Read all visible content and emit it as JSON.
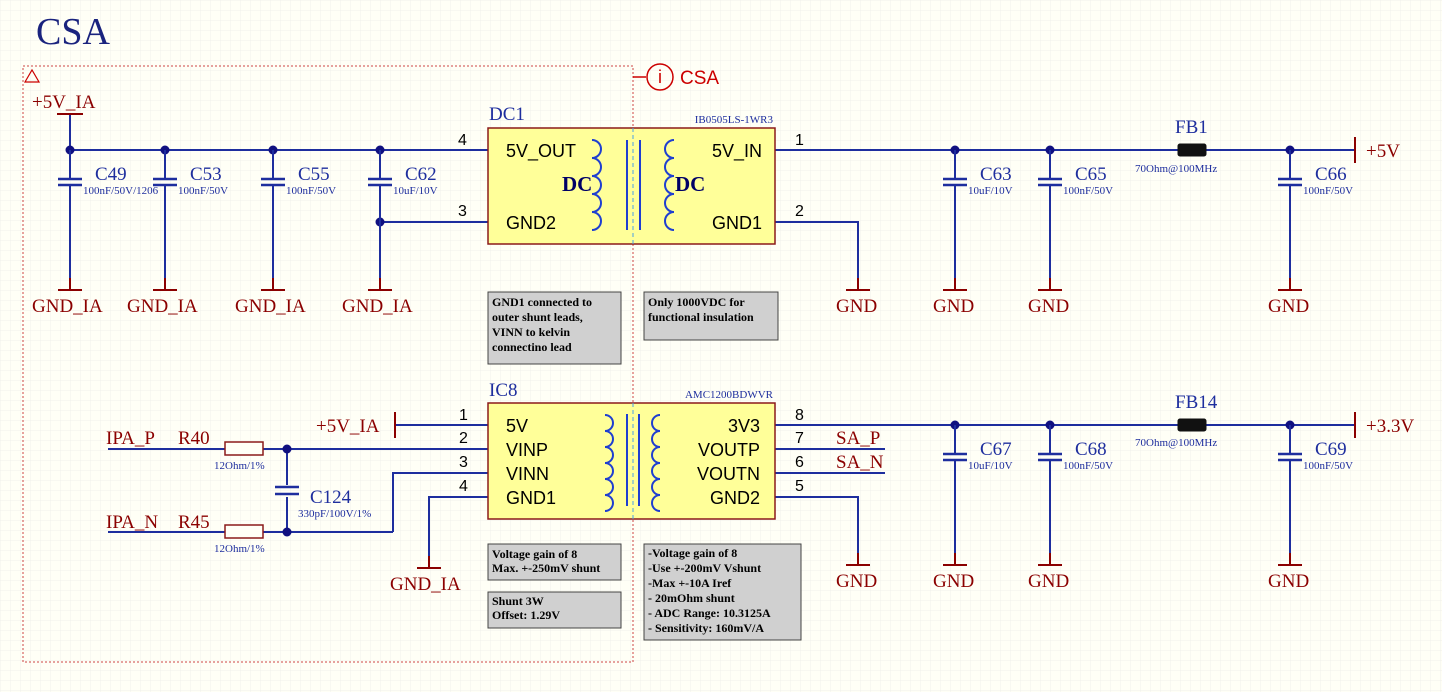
{
  "sheet": {
    "title": "CSA",
    "sheet_ref": "CSA",
    "colors": {
      "background": "#fffff6",
      "grid": "#f1f1ec",
      "wire": "#1e2e9e",
      "junction": "#101080",
      "component_fill": "#ffff99",
      "component_outline": "#8b1a1a",
      "power_text": "#8b0000",
      "designator_text": "#1e2e9e",
      "title_text": "#1a237e",
      "note_fill": "#d0d0d0",
      "sheet_symbol": "#cc0000"
    }
  },
  "components": {
    "dc1": {
      "designator": "DC1",
      "part": "IB0505LS-1WR3",
      "pin_labels": [
        "5V_OUT",
        "GND2",
        "5V_IN",
        "GND1"
      ],
      "pin_numbers": [
        "4",
        "3",
        "1",
        "2"
      ],
      "block_labels": [
        "DC",
        "DC"
      ]
    },
    "ic8": {
      "designator": "IC8",
      "part": "AMC1200BDWVR",
      "pin_labels": [
        "5V",
        "VINP",
        "VINN",
        "GND1",
        "3V3",
        "VOUTP",
        "VOUTN",
        "GND2"
      ],
      "pin_numbers": [
        "1",
        "2",
        "3",
        "4",
        "8",
        "7",
        "6",
        "5"
      ]
    },
    "capacitors": [
      {
        "designator": "C49",
        "value": "100nF/50V/1206"
      },
      {
        "designator": "C53",
        "value": "100nF/50V"
      },
      {
        "designator": "C55",
        "value": "100nF/50V"
      },
      {
        "designator": "C62",
        "value": "10uF/10V"
      },
      {
        "designator": "C63",
        "value": "10uF/10V"
      },
      {
        "designator": "C65",
        "value": "100nF/50V"
      },
      {
        "designator": "C66",
        "value": "100nF/50V"
      },
      {
        "designator": "C67",
        "value": "10uF/10V"
      },
      {
        "designator": "C68",
        "value": "100nF/50V"
      },
      {
        "designator": "C69",
        "value": "100nF/50V"
      },
      {
        "designator": "C124",
        "value": "330pF/100V/1%"
      }
    ],
    "resistors": [
      {
        "designator": "R40",
        "value": "12Ohm/1%"
      },
      {
        "designator": "R45",
        "value": "12Ohm/1%"
      }
    ],
    "ferrites": [
      {
        "designator": "FB1",
        "value": "70Ohm@100MHz"
      },
      {
        "designator": "FB14",
        "value": "70Ohm@100MHz"
      }
    ]
  },
  "power_ports": {
    "v5_ia": "+5V_IA",
    "v5": "+5V",
    "v33": "+3.3V",
    "gnd_ia": "GND_IA",
    "gnd": "GND"
  },
  "net_labels": [
    "IPA_P",
    "IPA_N",
    "SA_P",
    "SA_N"
  ],
  "notes": [
    {
      "lines": [
        "GND1 connected to",
        "outer shunt leads,",
        "VINN to kelvin",
        "connectino lead"
      ]
    },
    {
      "lines": [
        "Only 1000VDC for",
        "functional insulation"
      ]
    },
    {
      "lines": [
        "Voltage gain of 8",
        "Max. +-250mV shunt"
      ]
    },
    {
      "lines": [
        "Shunt 3W",
        "Offset: 1.29V"
      ]
    },
    {
      "lines": [
        "-Voltage gain of 8",
        "-Use +-200mV Vshunt",
        "-Max +-10A Iref",
        "- 20mOhm shunt",
        "- ADC Range: 10.3125A",
        "- Sensitivity: 160mV/A"
      ]
    }
  ]
}
